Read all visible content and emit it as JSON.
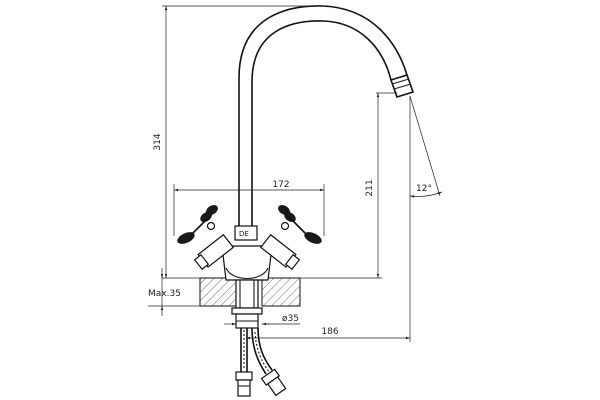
{
  "diagram": {
    "dimensions": {
      "total_height": "314",
      "spout_height": "211",
      "handle_span": "172",
      "reach": "186",
      "hole_diameter": "ø35",
      "max_countertop": "Max.35",
      "spout_angle": "12°",
      "body_marking": "DE"
    }
  }
}
